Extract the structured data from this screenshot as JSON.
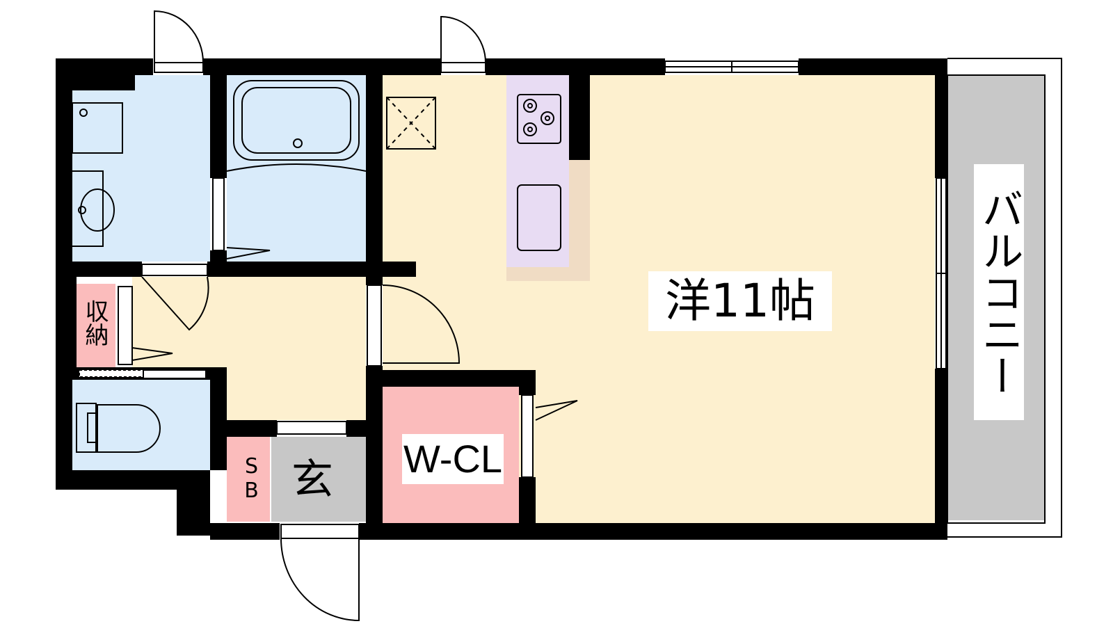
{
  "colors": {
    "wall": "#000000",
    "living": "#fdf0cf",
    "wet_area": "#d9ebfa",
    "kitchen": "#e8dcf3",
    "kitchen_counter_shadow": "#f0dcc4",
    "closet": "#fbbcbc",
    "entry_tile": "#c7c7c7",
    "balcony": "#c8c8c8",
    "fixture_stroke": "#000000"
  },
  "rooms": {
    "main_room": {
      "label": "洋11帖"
    },
    "walk_in_closet": {
      "label": "W-CL"
    },
    "balcony": {
      "label": "バルコニー"
    },
    "storage": {
      "label": "収納"
    },
    "shoe_box": {
      "label": "SB"
    },
    "entrance": {
      "label": "玄"
    }
  },
  "icons": {
    "stove": "three-burner-stove-icon",
    "sink": "kitchen-sink-icon",
    "bathtub": "bathtub-icon",
    "washbasin": "washbasin-icon",
    "toilet": "toilet-icon",
    "washer_pan": "washing-machine-pan-icon",
    "doors": "door-swing-icon",
    "windows": "window-icon"
  }
}
